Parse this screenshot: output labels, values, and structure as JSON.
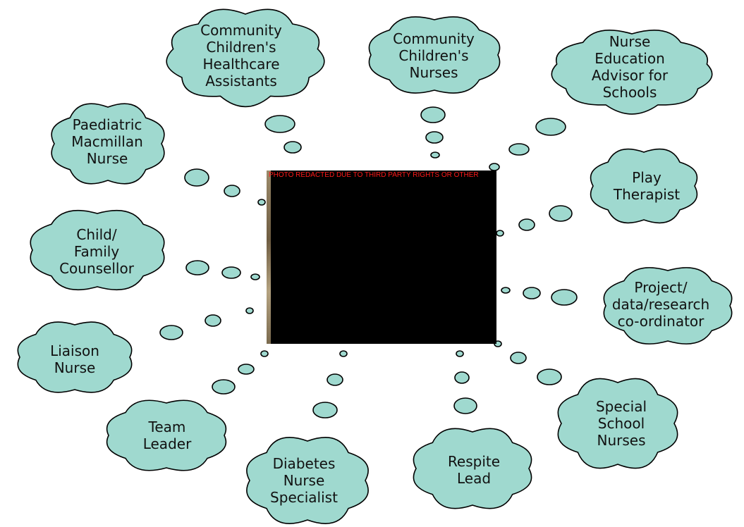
{
  "photo_notice": "PHOTO REDACTED DUE TO THIRD PARTY RIGHTS OR OTHER",
  "roles": [
    {
      "id": "community-healthcare-assistants",
      "lines": [
        "Community",
        "Children's",
        "Healthcare",
        "Assistants"
      ]
    },
    {
      "id": "community-childrens-nurses",
      "lines": [
        "Community",
        "Children's",
        "Nurses"
      ]
    },
    {
      "id": "nurse-education-advisor",
      "lines": [
        "Nurse",
        "Education",
        "Advisor for",
        "Schools"
      ]
    },
    {
      "id": "paediatric-macmillan-nurse",
      "lines": [
        "Paediatric",
        "Macmillan",
        "Nurse"
      ]
    },
    {
      "id": "play-therapist",
      "lines": [
        "Play",
        "Therapist"
      ]
    },
    {
      "id": "child-family-counsellor",
      "lines": [
        "Child/",
        "Family",
        "Counsellor"
      ]
    },
    {
      "id": "project-coordinator",
      "lines": [
        "Project/",
        "data/research",
        "co-ordinator"
      ]
    },
    {
      "id": "liaison-nurse",
      "lines": [
        "Liaison",
        "Nurse"
      ]
    },
    {
      "id": "team-leader",
      "lines": [
        "Team",
        "Leader"
      ]
    },
    {
      "id": "diabetes-nurse-specialist",
      "lines": [
        "Diabetes",
        "Nurse",
        "Specialist"
      ]
    },
    {
      "id": "respite-lead",
      "lines": [
        "Respite",
        "Lead"
      ]
    },
    {
      "id": "special-school-nurses",
      "lines": [
        "Special",
        "School",
        "Nurses"
      ]
    }
  ],
  "colors": {
    "cloud_fill": "#9fd9cf",
    "outline": "#000000",
    "photo_placeholder": "#000000",
    "notice_text": "#ff1a1a"
  }
}
